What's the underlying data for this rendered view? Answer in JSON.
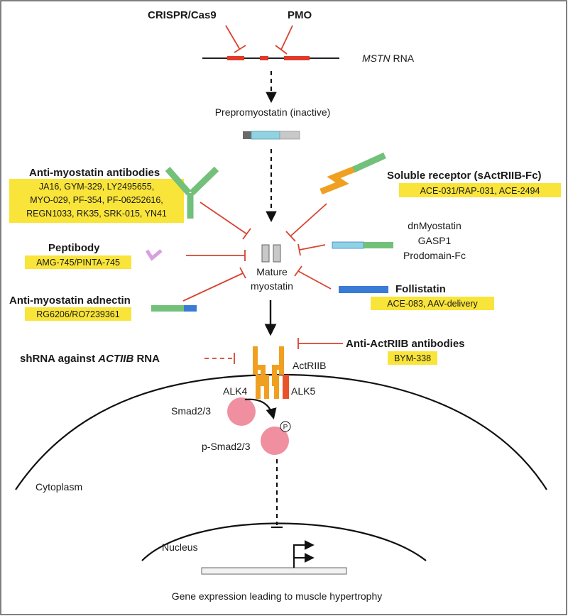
{
  "top": {
    "crispr": "CRISPR/Cas9",
    "pmo": "PMO",
    "mstn_gene": "MSTN",
    "mstn_rna": " RNA"
  },
  "precursor": {
    "label": "Prepromyostatin (inactive)"
  },
  "antibodies": {
    "title": "Anti-myostatin antibodies",
    "lines": [
      "JA16, GYM-329, LY2495655,",
      "MYO-029, PF-354, PF-06252616,",
      "REGN1033, RK35, SRK-015, YN41"
    ]
  },
  "soluble_receptor": {
    "title": "Soluble receptor (sActRIIB-Fc)",
    "drugs": "ACE-031/RAP-031, ACE-2494"
  },
  "propeptide": {
    "lines": [
      "dnMyostatin",
      "GASP1",
      "Prodomain-Fc"
    ]
  },
  "peptibody": {
    "title": "Peptibody",
    "drugs": "AMG-745/PINTA-745"
  },
  "mature": {
    "line1": "Mature",
    "line2": "myostatin"
  },
  "follistatin": {
    "title": "Follistatin",
    "drugs": "ACE-083, AAV-delivery"
  },
  "adnectin": {
    "title": "Anti-myostatin adnectin",
    "drugs": "RG6206/RO7239361"
  },
  "shrna": {
    "prefix": "shRNA against ",
    "gene": "ACTIIB",
    "suffix": " RNA"
  },
  "actriib_ab": {
    "title": "Anti-ActRIIB antibodies",
    "drugs": "BYM-338"
  },
  "receptor": {
    "actriib": "ActRIIB",
    "alk4": "ALK4",
    "alk5": "ALK5"
  },
  "smad": {
    "smad": "Smad2/3",
    "psmad": "p-Smad2/3",
    "phospho": "P"
  },
  "compartments": {
    "cytoplasm": "Cytoplasm",
    "nucleus": "Nucleus"
  },
  "outcome": "Gene expression leading to muscle hypertrophy",
  "colors": {
    "inhibit": "#d8432f",
    "highlight": "#f9e43a",
    "green": "#72c07a",
    "cyan": "#8fd3e2",
    "blue": "#3a7bd5",
    "orange": "#f0a020",
    "pink": "#ef8fa0",
    "violet": "#d9a0e0",
    "red_exon": "#e03a2a"
  }
}
